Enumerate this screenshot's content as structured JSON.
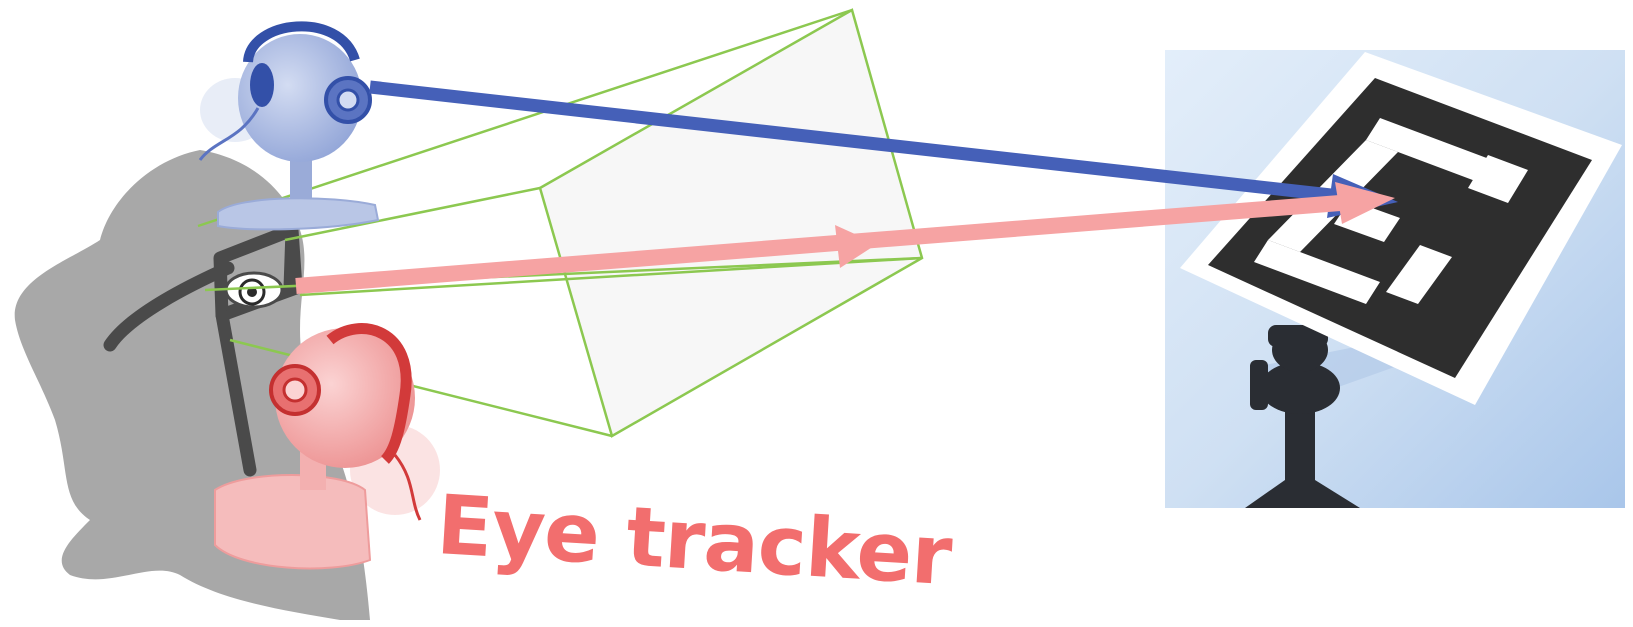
{
  "caption": {
    "text": "Eye tracker"
  },
  "colors": {
    "scene_camera": "#4560b8",
    "eye_camera": "#f29a9a",
    "caption": "#f26e6e",
    "frustum": "#8cc850",
    "head_silhouette": "#a8a8a8",
    "glasses_frame": "#4a4a4a",
    "marker_black": "#2e2e2e",
    "photo_background": "#cfe0f3"
  },
  "icons": {
    "scene_camera": "webcam-icon",
    "eye_camera": "webcam-icon",
    "eye": "eye-icon",
    "head": "head-silhouette",
    "marker": "fiducial-marker"
  }
}
